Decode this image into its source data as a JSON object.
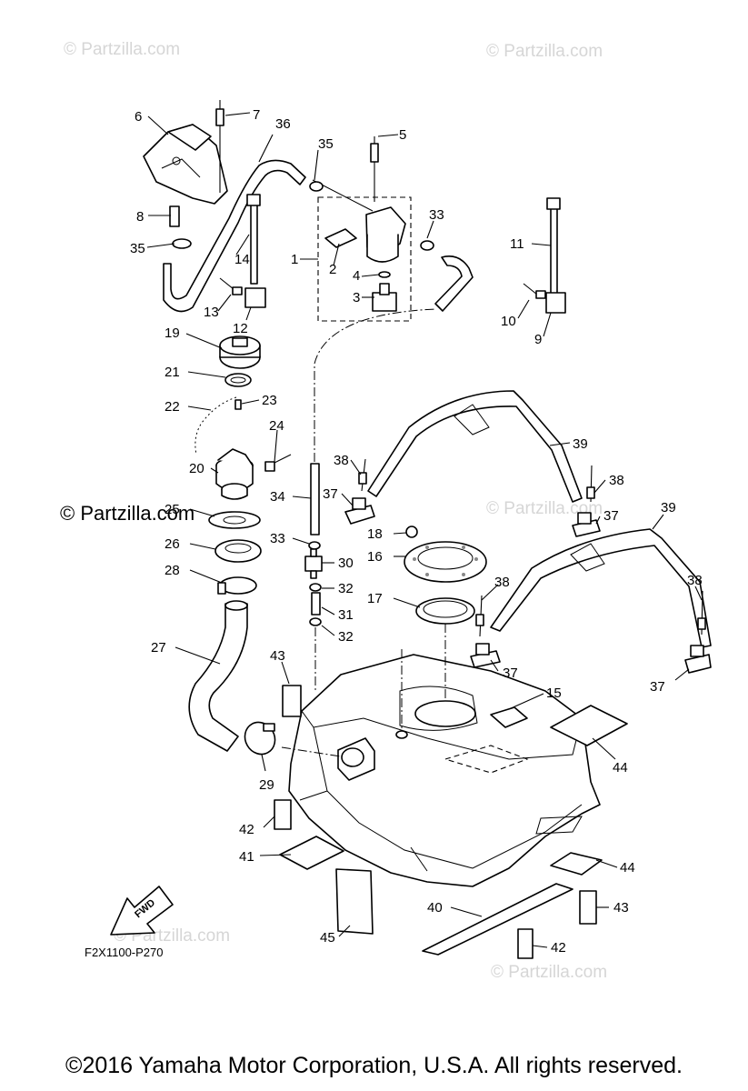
{
  "watermarks": {
    "small": "© Partzilla.com",
    "big": "© Partzilla.com"
  },
  "figure_code": "F2X1100-P270",
  "fwd_label": "FWD",
  "copyright": "©2016  Yamaha Motor Corporation, U.S.A. All rights reserved.",
  "callouts": {
    "c1": "1",
    "c2": "2",
    "c3": "3",
    "c4": "4",
    "c5": "5",
    "c6": "6",
    "c7": "7",
    "c8": "8",
    "c9": "9",
    "c10": "10",
    "c11": "11",
    "c12": "12",
    "c13": "13",
    "c14": "14",
    "c15": "15",
    "c16": "16",
    "c17": "17",
    "c18": "18",
    "c19": "19",
    "c20": "20",
    "c21": "21",
    "c22": "22",
    "c23": "23",
    "c24": "24",
    "c25": "25",
    "c26": "26",
    "c27": "27",
    "c28": "28",
    "c29": "29",
    "c30": "30",
    "c31": "31",
    "c32": "32",
    "c33": "33",
    "c34": "34",
    "c35": "35",
    "c36": "36",
    "c37": "37",
    "c38": "38",
    "c39": "39",
    "c40": "40",
    "c41": "41",
    "c42": "42",
    "c43": "43",
    "c44": "44",
    "c45": "45"
  }
}
